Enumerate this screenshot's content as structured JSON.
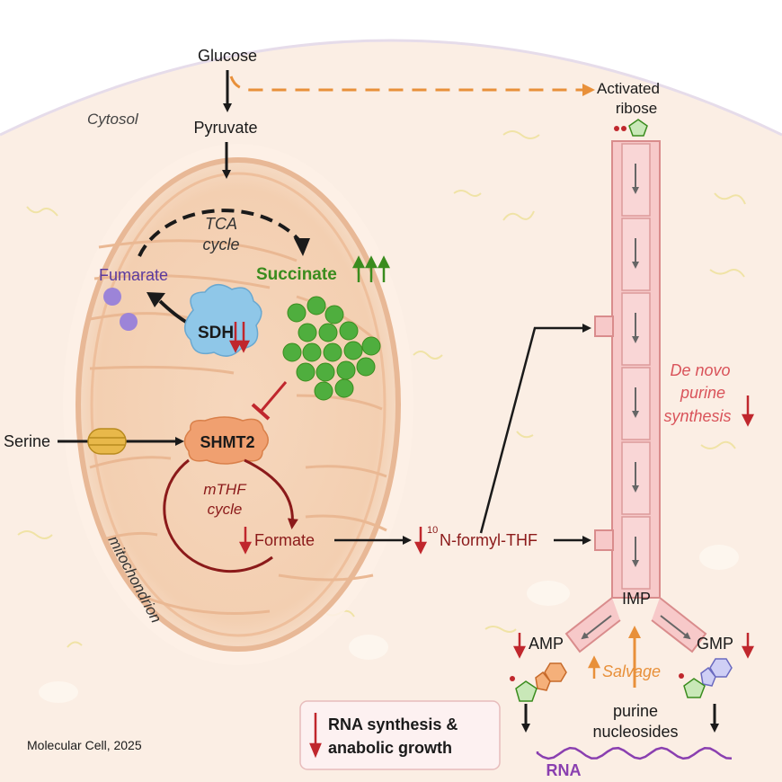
{
  "labels": {
    "glucose": "Glucose",
    "pyruvate": "Pyruvate",
    "cytosol": "Cytosol",
    "activated_ribose_1": "Activated",
    "activated_ribose_2": "ribose",
    "tca_1": "TCA",
    "tca_2": "cycle",
    "fumarate": "Fumarate",
    "succinate": "Succinate",
    "sdh": "SDH",
    "shmt2": "SHMT2",
    "serine": "Serine",
    "mthf_1": "mTHF",
    "mthf_2": "cycle",
    "formate": "Formate",
    "formyl_thf": "N-formyl-THF",
    "formyl_sup": "10",
    "mitochondrion": "mitochondrion",
    "de_novo_1": "De novo",
    "de_novo_2": "purine",
    "de_novo_3": "synthesis",
    "imp": "IMP",
    "amp": "AMP",
    "gmp": "GMP",
    "salvage": "Salvage",
    "purine_nuc_1": "purine",
    "purine_nuc_2": "nucleosides",
    "rna": "RNA",
    "outcome_1": "RNA synthesis &",
    "outcome_2": "anabolic growth",
    "citation": "Molecular Cell, 2025"
  },
  "colors": {
    "cytosol_bg": "#fbeee4",
    "mito_fill": "#f6d8bf",
    "mito_stroke": "#e3b48e",
    "pathway_black": "#1a1a1a",
    "dashed_orange": "#e8903a",
    "down_red": "#c0272d",
    "up_green": "#3a8c1e",
    "fumarate_purple": "#5b3a9e",
    "sdh_blue": "#8fc7e8",
    "shmt2_orange": "#f0a070",
    "mthf_dark_red": "#8b1a1a",
    "tube_pink": "#f7c9c9",
    "tube_stroke": "#d98c8c",
    "rna_purple": "#8a3fb0",
    "green_particle": "#4fae3e"
  }
}
